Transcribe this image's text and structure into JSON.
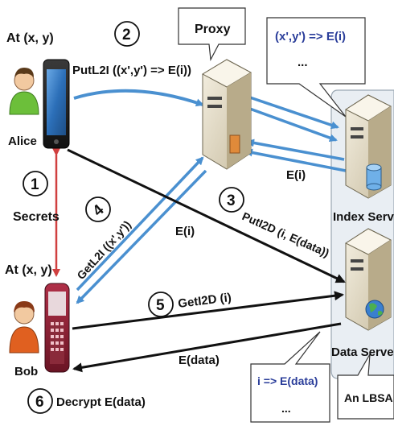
{
  "alice": {
    "position": "At (x, y)",
    "name": "Alice"
  },
  "bob": {
    "position": "At (x, y)",
    "name": "Bob"
  },
  "proxy": {
    "label": "Proxy"
  },
  "index_server": {
    "label": "Index Server",
    "note_line1": "(x',y') => E(i)",
    "note_line2": "..."
  },
  "data_server": {
    "label": "Data Server",
    "note_line1": "i => E(data)",
    "note_line2": "..."
  },
  "lbsa": {
    "label": "An LBSA"
  },
  "steps": {
    "s1": {
      "num": "1",
      "label": "Secrets"
    },
    "s2": {
      "num": "2",
      "label": "PutL2I ((x',y') => E(i))"
    },
    "s3": {
      "num": "3",
      "label": "PutI2D (i, E(data))"
    },
    "s4": {
      "num": "4",
      "label": "GetL2I ((x',y'))"
    },
    "s5": {
      "num": "5",
      "label": "GetI2D (i)"
    },
    "s6": {
      "num": "6",
      "label": "Decrypt E(data)"
    }
  },
  "messages": {
    "ei_proxy": "E(i)",
    "ei_return": "E(i)",
    "edata_return": "E(data)"
  },
  "colors": {
    "blue_arrow": "#4a90d0",
    "black_arrow": "#111111",
    "red_arrow": "#d04040",
    "panel_bg": "#e9eef3",
    "note_text": "#2a3d9a"
  }
}
